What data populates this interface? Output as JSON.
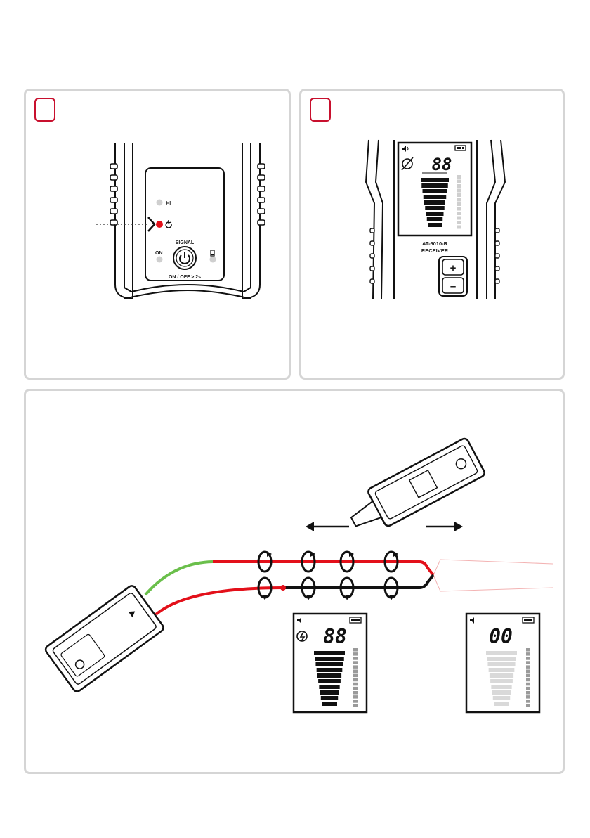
{
  "panel_1": {
    "step_number": "",
    "transmitter": {
      "led_hi_label": "HI",
      "led_mode_icon": "refresh-icon",
      "led_on_label": "ON",
      "battery_icon": "battery-icon",
      "signal_label": "SIGNAL",
      "power_icon": "power-icon",
      "button_caption": "ON / OFF > 2s",
      "active_led_color": "#e3101a"
    }
  },
  "panel_2": {
    "step_number": "",
    "receiver": {
      "speaker_icon": "speaker-icon",
      "battery_icon": "battery-icon",
      "mode_icon": "no-voltage-icon",
      "display_value": "88",
      "model_label": "AT-6010-R",
      "name_label": "RECEIVER",
      "plus_label": "+",
      "minus_label": "–"
    }
  },
  "panel_3": {
    "display_left": {
      "value": "88",
      "mode_icon": "voltage-icon",
      "speaker_icon": "speaker-icon",
      "battery_icon": "battery-icon",
      "level": 1.0
    },
    "display_right": {
      "value": "00",
      "speaker_icon": "speaker-icon",
      "battery_icon": "battery-icon",
      "level": 0.0
    },
    "arrows": [
      "arrow-left-icon",
      "arrow-right-icon"
    ],
    "wire_colors": {
      "green": "#6abf4b",
      "red": "#e3101a",
      "black": "#111111"
    }
  },
  "colors": {
    "accent": "#c8102e",
    "panel_border": "#d5d5d5"
  }
}
